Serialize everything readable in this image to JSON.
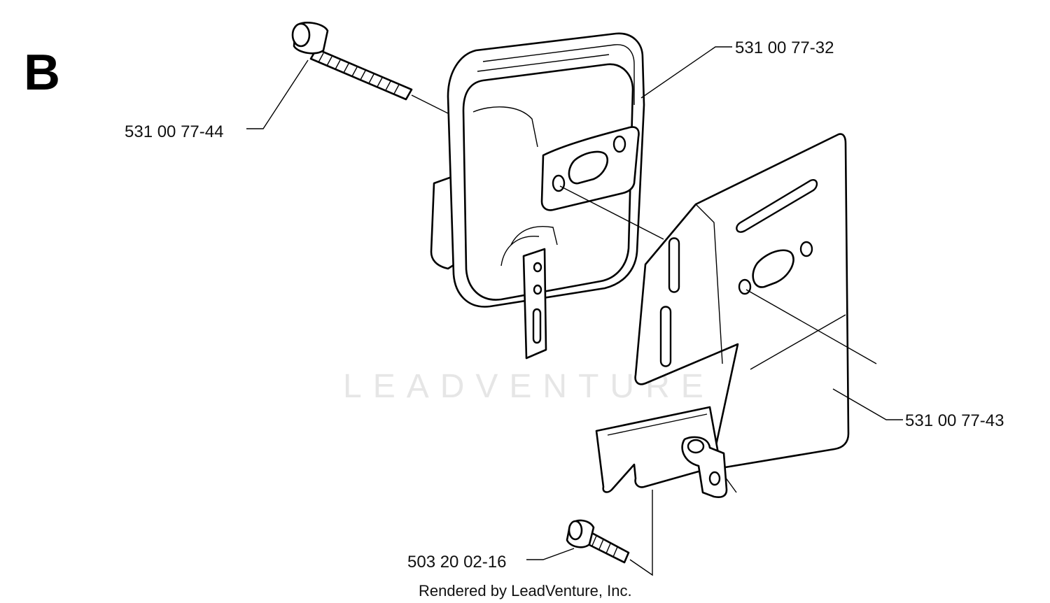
{
  "section_letter": "B",
  "watermark": "LEADVENTURE",
  "credit": "Rendered by LeadVenture, Inc.",
  "parts": [
    {
      "id": "screw-long",
      "part_number": "531 00 77-44"
    },
    {
      "id": "muffler",
      "part_number": "531 00 77-32"
    },
    {
      "id": "bracket",
      "part_number": "531 00 77-43"
    },
    {
      "id": "screw-short",
      "part_number": "503 20 02-16"
    }
  ]
}
